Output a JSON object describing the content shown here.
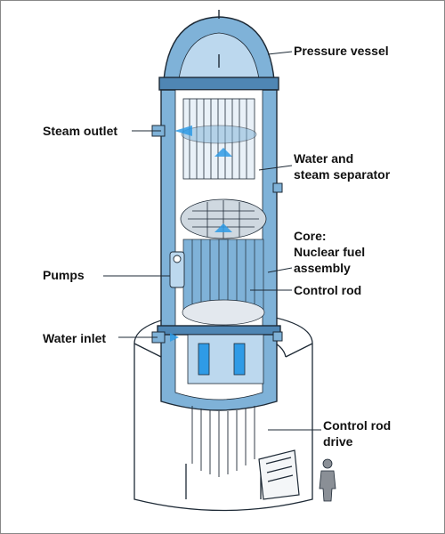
{
  "colors": {
    "vessel": "#7fb2d8",
    "vessel_light": "#bcd8ee",
    "vessel_dark": "#4f86b4",
    "flow": "#2f9be6",
    "outline": "#1e2a36",
    "concrete": "#ffffff"
  },
  "labels": {
    "pressure_vessel": "Pressure vessel",
    "steam_outlet": "Steam outlet",
    "separator_line1": "Water and",
    "separator_line2": "steam separator",
    "core_line1": "Core:",
    "core_line2": "Nuclear fuel",
    "core_line3": "assembly",
    "pumps": "Pumps",
    "control_rod": "Control rod",
    "water_inlet": "Water inlet",
    "drive_line1": "Control rod",
    "drive_line2": "drive"
  },
  "icons": {
    "person": "person-silhouette-icon",
    "flow_arrow": "flow-arrow-icon"
  }
}
